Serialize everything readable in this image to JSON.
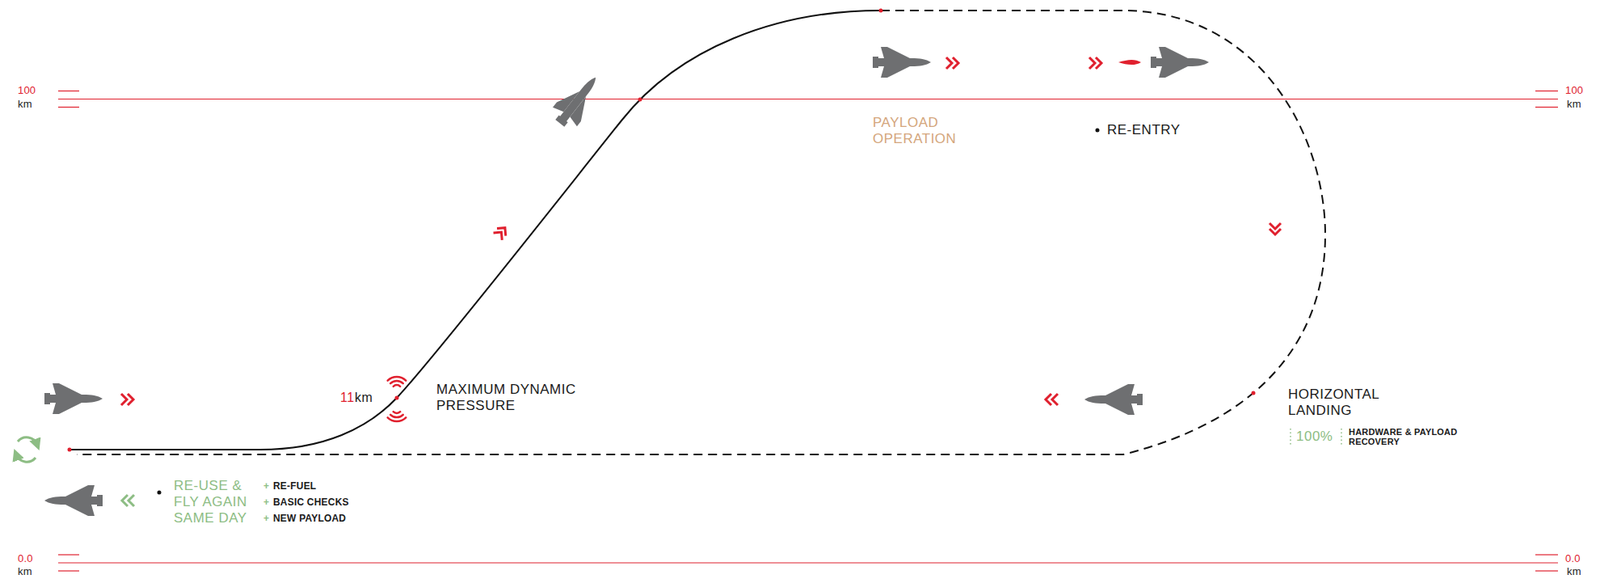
{
  "diagram": {
    "labels": [
      "100",
      "km",
      "100",
      "km",
      "0.0",
      "km",
      "0.0",
      "km",
      "11",
      "km",
      "MAXIMUM DYNAMIC PRESSURE",
      "PAYLOAD OPERATION",
      "RE-ENTRY",
      "HORIZONTAL LANDING",
      "100%",
      "HARDWARE & PAYLOAD RECOVERY",
      "RE-USE & FLY AGAIN SAME DAY",
      "+",
      "RE-FUEL",
      "+",
      "BASIC CHECKS",
      "+",
      "NEW PAYLOAD"
    ]
  }
}
